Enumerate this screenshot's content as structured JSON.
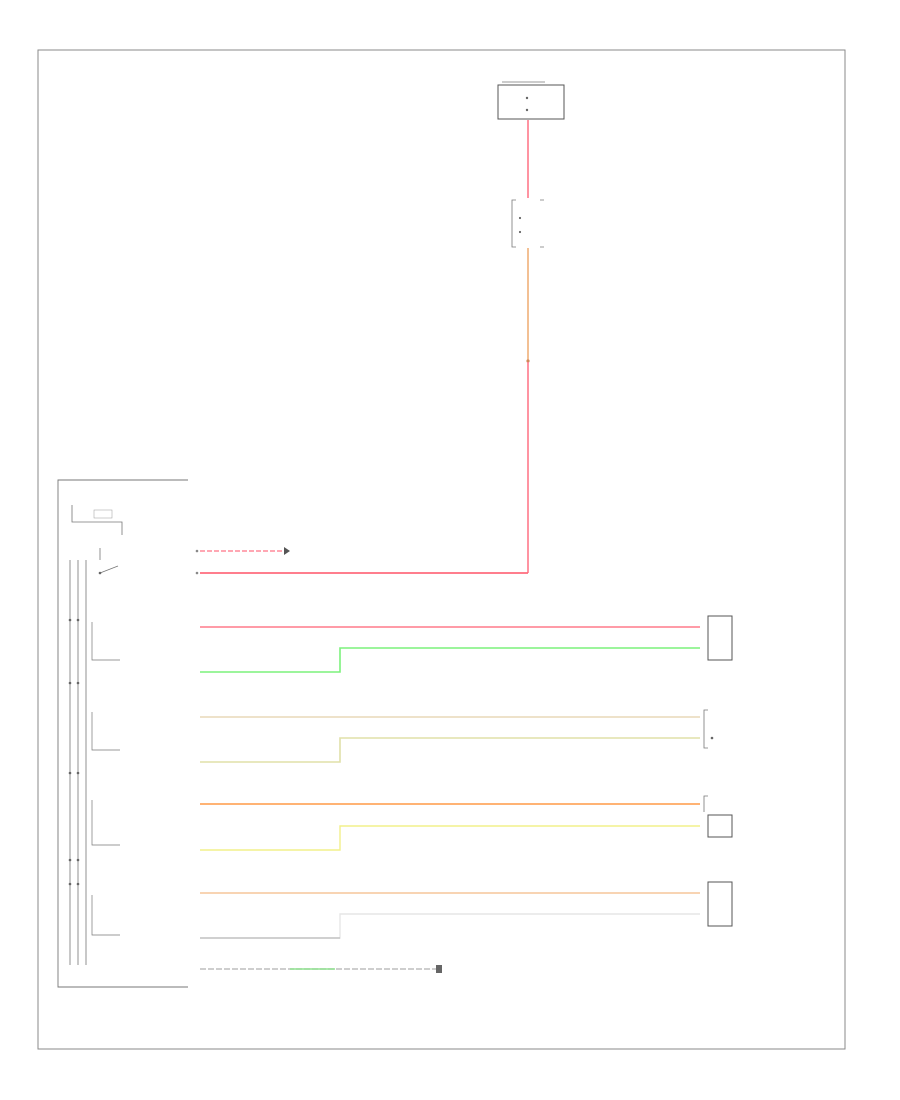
{
  "diagram": {
    "footer_code": "",
    "nodes": [
      {
        "id": "fuse_block",
        "label": "",
        "pins": [
          "",
          "",
          ""
        ],
        "note_lines": [
          "",
          "",
          "",
          "",
          "",
          ""
        ]
      },
      {
        "id": "splice_top",
        "label": "",
        "note_lines": [
          "",
          "",
          "",
          "",
          "",
          "",
          ""
        ]
      },
      {
        "id": "driver_module",
        "label": ""
      },
      {
        "id": "connector_1",
        "pins": [
          "",
          ""
        ],
        "note_lines": [
          "",
          "",
          "",
          "",
          "",
          ""
        ]
      },
      {
        "id": "connector_2",
        "pins": [
          "",
          ""
        ],
        "note_lines": [
          "",
          "",
          "",
          "",
          ""
        ]
      },
      {
        "id": "connector_3",
        "pins": [
          "",
          ""
        ],
        "note_lines": [
          "",
          "",
          "",
          ""
        ]
      },
      {
        "id": "connector_4",
        "pins": [
          "",
          ""
        ],
        "note_lines": [
          "",
          "",
          "",
          "",
          ""
        ]
      },
      {
        "id": "ground",
        "note_lines": [
          "",
          "",
          ""
        ]
      }
    ],
    "wires": [
      {
        "id": "w_top",
        "color": "#ff7a8a",
        "label_a": "",
        "label_b": ""
      },
      {
        "id": "w_mid",
        "color": "#f0b07a",
        "label_a": "",
        "label_b": "",
        "label_c": ""
      },
      {
        "id": "w_feed1",
        "color": "#ff8a9a",
        "label": ""
      },
      {
        "id": "w_feed2",
        "color": "#ff6b7d",
        "label": ""
      },
      {
        "id": "w_r1",
        "color": "#ff7a8a",
        "label_left": "",
        "label_right": ""
      },
      {
        "id": "w_r2",
        "color": "#7cf27c",
        "label_left": "",
        "label_right": ""
      },
      {
        "id": "w_r3",
        "color": "#e8d8b8",
        "label_left": "",
        "label_right": ""
      },
      {
        "id": "w_r4",
        "color": "#e0e0a8",
        "label_left": "",
        "label_right": ""
      },
      {
        "id": "w_r5",
        "color": "#ffa860",
        "label_left": "",
        "label_right": ""
      },
      {
        "id": "w_r6",
        "color": "#f2f08a",
        "label_left": "",
        "label_right": ""
      },
      {
        "id": "w_r7",
        "color": "#f6c69a",
        "label_left": "",
        "label_right": ""
      },
      {
        "id": "w_r8",
        "color": "#e6e6e6",
        "label_left": "",
        "label_right": ""
      },
      {
        "id": "w_gnd",
        "color": "#bdbdbd",
        "label": ""
      }
    ],
    "switch_labels": [
      "",
      "",
      "",
      ""
    ]
  }
}
